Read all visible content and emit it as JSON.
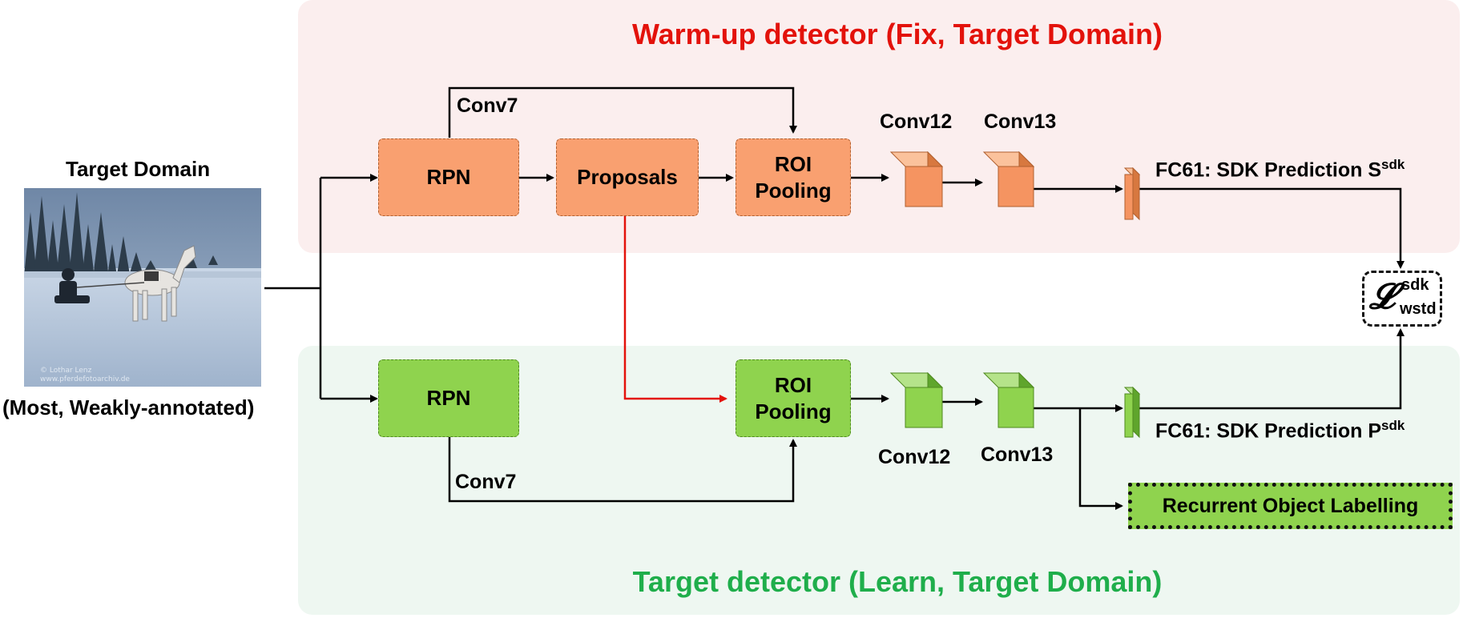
{
  "titles": {
    "top": "Warm-up detector (Fix, Target Domain)",
    "bottom": "Target detector (Learn, Target Domain)",
    "top_color": "#e3120b",
    "bottom_color": "#1fae4b"
  },
  "input": {
    "heading": "Target Domain",
    "caption": "(Most, Weakly-annotated)",
    "watermark_1": "© Lothar Lenz",
    "watermark_2": "www.pferdefotoarchiv.de"
  },
  "top_branch": {
    "rpn": "RPN",
    "conv7": "Conv7",
    "proposals": "Proposals",
    "roi_line1": "ROI",
    "roi_line2": "Pooling",
    "conv12": "Conv12",
    "conv13": "Conv13",
    "fc_label": "FC61: SDK Prediction S",
    "fc_sup": "sdk"
  },
  "bottom_branch": {
    "rpn": "RPN",
    "conv7": "Conv7",
    "roi_line1": "ROI",
    "roi_line2": "Pooling",
    "conv12": "Conv12",
    "conv13": "Conv13",
    "fc_label": "FC61: SDK Prediction P",
    "fc_sup": "sdk",
    "recurrent": "Recurrent Object Labelling"
  },
  "loss": {
    "symbol": "𝓛",
    "sup": "sdk",
    "sub": "wstd"
  },
  "colors": {
    "orange_block": "#f9a070",
    "green_block": "#8fd34e",
    "red_arrow": "#e3120b"
  }
}
